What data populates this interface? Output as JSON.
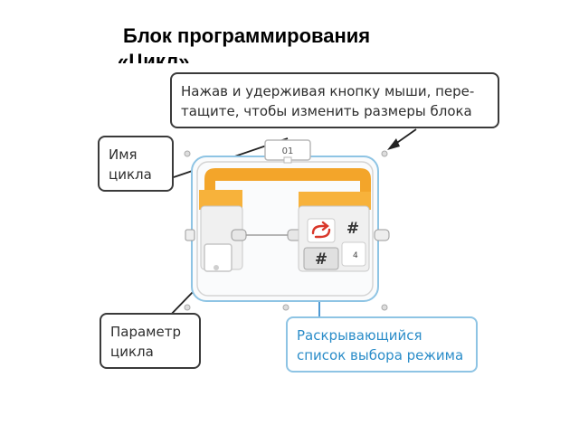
{
  "title": {
    "line1": "Блок программирования",
    "line2": "«Цикл»"
  },
  "callouts": {
    "resize": {
      "line1": "Нажав и удерживая кнопку мыши, пере-",
      "line2": "тащите, чтобы изменить размеры блока"
    },
    "loop_name": {
      "line1": "Имя",
      "line2": "цикла"
    },
    "loop_param": {
      "line1": "Параметр",
      "line2": "цикла"
    },
    "mode_dropdown": {
      "line1": "Раскрывающийся",
      "line2": "список выбора режима"
    }
  },
  "loop_block": {
    "name_tab": "01",
    "hash_symbol": "#",
    "mode_hash_symbol": "#",
    "count_value": "4"
  },
  "colors": {
    "accent_orange": "#f3a52a",
    "frame_blue": "#8ec4e4",
    "callout_blue_text": "#2b8dc9"
  }
}
